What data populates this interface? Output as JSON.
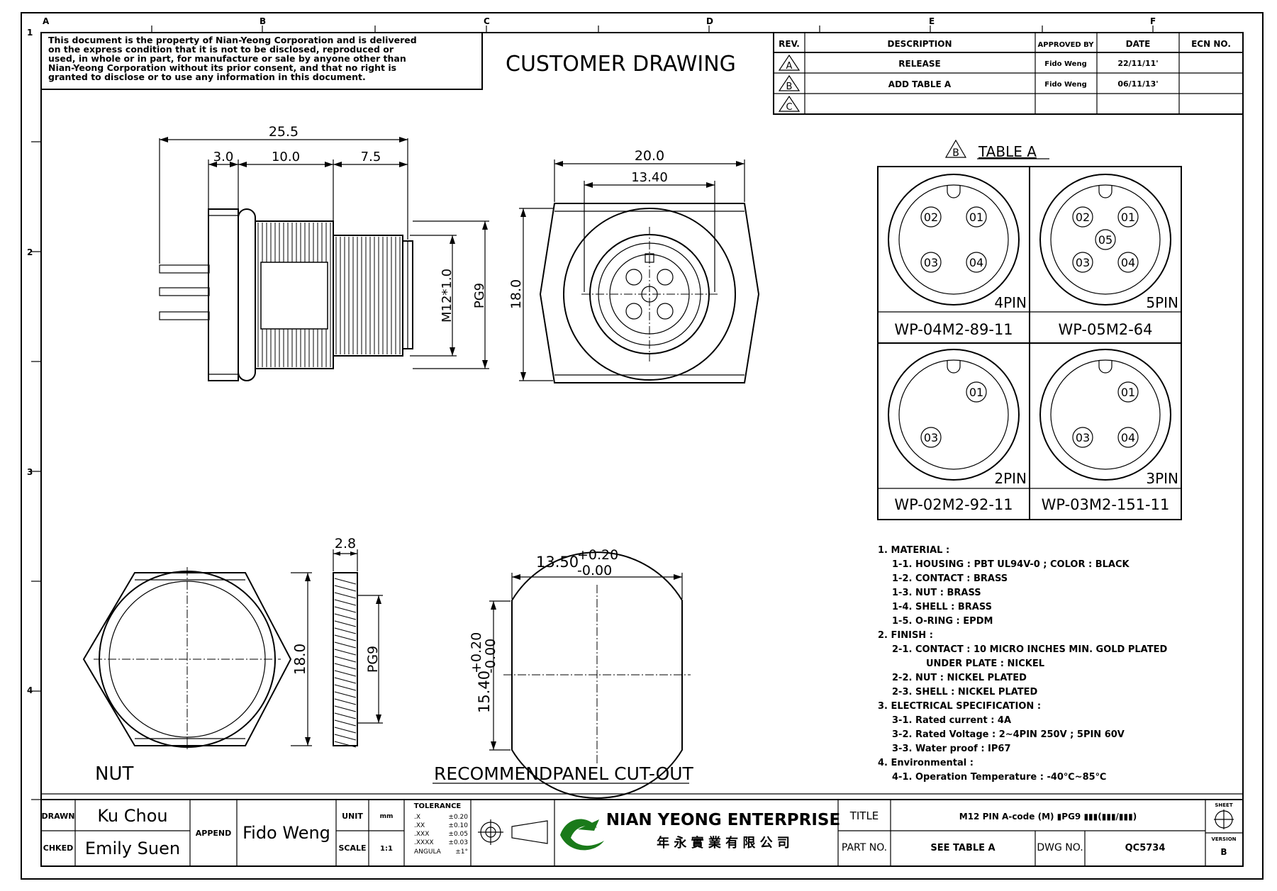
{
  "border": {
    "columns": [
      "A",
      "B",
      "C",
      "D",
      "E",
      "F"
    ],
    "rows": [
      "1",
      "2",
      "3",
      "4"
    ]
  },
  "notice": {
    "lines": [
      "This document is the property of Nian-Yeong Corporation and is delivered",
      "on  the  express condition that it is not to be disclosed, reproduced or",
      "used, in whole or in part, for manufacture or sale by anyone other than",
      "Nian-Yeong Corporation without  its prior consent, and that  no right  is",
      "granted  to disclose or  to use any information in this  document."
    ]
  },
  "drawing_type": "CUSTOMER  DRAWING",
  "revision_table": {
    "headers": [
      "REV.",
      "DESCRIPTION",
      "APPROVED BY",
      "DATE",
      "ECN NO."
    ],
    "rows": [
      {
        "rev": "A",
        "description": "RELEASE",
        "approved_by": "Fido Weng",
        "date": "22/11/11'",
        "ecn": ""
      },
      {
        "rev": "B",
        "description": "ADD TABLE A",
        "approved_by": "Fido Weng",
        "date": "06/11/13'",
        "ecn": ""
      },
      {
        "rev": "C",
        "description": "",
        "approved_by": "",
        "date": "",
        "ecn": ""
      }
    ]
  },
  "side_view": {
    "dim_total": "25.5",
    "dim_a": "3.0",
    "dim_b": "10.0",
    "dim_c": "7.5",
    "thread": "M12*1.0",
    "pg": "PG9"
  },
  "front_view": {
    "dim_width": "20.0",
    "dim_inner": "13.40",
    "dim_height": "18.0"
  },
  "table_a": {
    "rev_mark": "B",
    "title": "TABLE A",
    "cells": [
      {
        "pin_label": "4PIN",
        "part": "WP-04M2-89-11",
        "pins": [
          "02",
          "01",
          "03",
          "04"
        ]
      },
      {
        "pin_label": "5PIN",
        "part": "WP-05M2-64",
        "pins": [
          "02",
          "01",
          "05",
          "03",
          "04"
        ]
      },
      {
        "pin_label": "2PIN",
        "part": "WP-02M2-92-11",
        "pins": [
          "01",
          "03"
        ]
      },
      {
        "pin_label": "3PIN",
        "part": "WP-03M2-151-11",
        "pins": [
          "01",
          "03",
          "04"
        ]
      }
    ]
  },
  "nut": {
    "label": "NUT",
    "dim_thickness": "2.8",
    "dim_height": "18.0",
    "pg": "PG9"
  },
  "cutout": {
    "label": "RECOMMENDPANEL  CUT-OUT",
    "dim_width": "13.50",
    "dim_width_tol_plus": "+0.20",
    "dim_width_tol_minus": "-0.00",
    "dim_height": "15.40",
    "dim_height_tol_plus": "+0.20",
    "dim_height_tol_minus": "-0.00"
  },
  "notes": [
    "1.  MATERIAL  :",
    "1-1.  HOUSING  :  PBT  UL94V-0  ;  COLOR  :  BLACK",
    "1-2.  CONTACT  :  BRASS",
    "1-3.  NUT  :  BRASS",
    "1-4.  SHELL  :  BRASS",
    "1-5.  O-RING  :  EPDM",
    "2.  FINISH  :",
    "2-1.  CONTACT  :  10  MICRO  INCHES  MIN.  GOLD  PLATED",
    "UNDER  PLATE  :  NICKEL",
    "2-2.  NUT  :  NICKEL  PLATED",
    "2-3.  SHELL  :  NICKEL  PLATED",
    "3.  ELECTRICAL  SPECIFICATION  :",
    "3-1.  Rated  current  :  4A",
    "3-2.  Rated  Voltage  :  2~4PIN  250V  ;  5PIN  60V",
    "3-3.  Water  proof  :  IP67",
    "4.  Environmental  :",
    "4-1.  Operation  Temperature  :  -40℃~85℃"
  ],
  "title_block": {
    "drawn_label": "DRAWN",
    "drawn_value": "Ku Chou",
    "checked_label": "CHKED",
    "checked_value": "Emily Suen",
    "append_label": "APPEND",
    "append_value": "Fido Weng",
    "unit_label": "UNIT",
    "unit_value": "mm",
    "scale_label": "SCALE",
    "scale_value": "1:1",
    "tolerance_title": "TOLERANCE",
    "tolerances": [
      {
        "k": ".X",
        "v": "±0.20"
      },
      {
        "k": ".XX",
        "v": "±0.10"
      },
      {
        "k": ".XXX",
        "v": "±0.05"
      },
      {
        "k": ".XXXX",
        "v": "±0.03"
      },
      {
        "k": "ANGULA",
        "v": "±1°"
      }
    ],
    "company_en": "NIAN YEONG ENTERPRISE",
    "company_zh": "年 永 實 業 有 限 公 司",
    "title_label": "TITLE",
    "title_value": "M12 PIN A-code (M) ▮PG9 ▮▮▮(▮▮▮/▮▮▮)",
    "part_label": "PART NO.",
    "part_value": "SEE TABLE A",
    "dwg_label": "DWG NO.",
    "dwg_value": "QC5734",
    "sheet_label": "SHEET",
    "version_label": "VERSION",
    "version_value": "B"
  }
}
